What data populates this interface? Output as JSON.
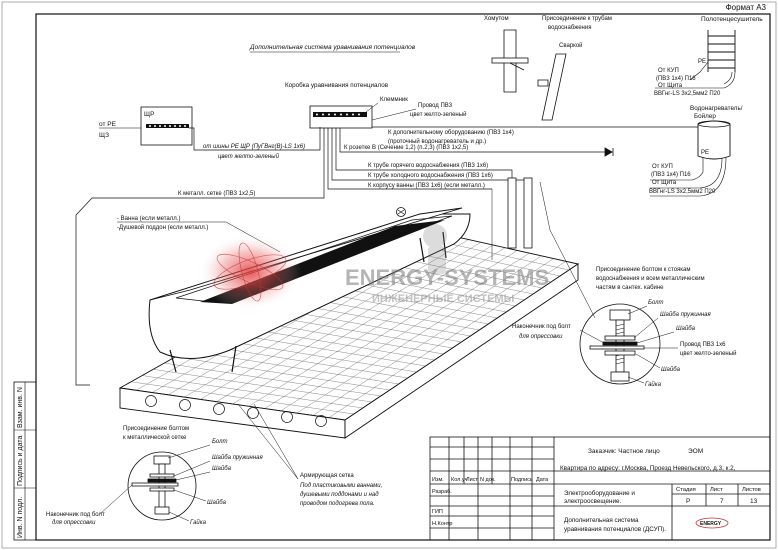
{
  "format_label": "Формат А3",
  "main_title": "Дополнительная система уравнивания потенциалов",
  "box_title": "Коробка уравнивания потенциалов",
  "terminal_label": "Клеммник",
  "wire_pv3_line1": "Провод ПВ3",
  "wire_pv3_line2": "цвет желто-зеленый",
  "pe_in_label": "от PE",
  "shch_label": "ЩЗ",
  "shr_label": "ЩР",
  "bus_pe_line1": "от шины PE ЩР (ПуГВнг(В)-LS 1х6)",
  "bus_pe_line2": "цвет желто-зеленый",
  "branch1_line1": "К дополнительному оборудованию (ПВ3 1х4)",
  "branch1_line2": "(проточный водонагреватель и др.)",
  "branch2": "К розетке В (Сечение 1,2) (п.2,3) (ПВ3 1х2,5)",
  "branch3": "К трубе горячего водоснабжения (ПВ3 1х6)",
  "branch4": "К трубе холодного водоснабжения (ПВ3 1х6)",
  "branch5": "К корпусу ванны (ПВ3 1х6) (если металл.)",
  "mesh_label": "К металл. сетке (ПВ3 1х2,5)",
  "bath_label_1": "- Ванна (если металл.)",
  "bath_label_2": "-Душевой поддон (если металл.)",
  "clamp_label": "Хомутом",
  "pipe_title_1": "Присоединение к трубам",
  "pipe_title_2": "водоснабжения",
  "weld_label": "Сваркой",
  "towel_title": "Полотенцесушитель",
  "pe_tag": "PE",
  "towel_ot_kup": "От КУП",
  "towel_pv3": "(ПВ3 1х4) П16",
  "towel_ot_shch": "От Щита",
  "towel_vvg": "ВВГнг-LS 3х2,5мм2 П20",
  "boiler_title_1": "Водонагреватель/",
  "boiler_title_2": "Бойлер",
  "boiler_ot_kup": "От КУП",
  "boiler_pv3": "(ПВ3 1х4) П16",
  "boiler_ot_shch": "От Щита",
  "boiler_vvg": "ВВГнг-LS 3х2,5мм2 П20",
  "watermark_1": "ENERGY-SYSTEMS",
  "watermark_2": "ИНЖЕНЕРНЫЕ СИСТЕМЫ",
  "rack_title_1": "Присоединение болтом к стоякам",
  "rack_title_2": "водоснабжения и всем металлическим",
  "rack_title_3": "частям в сантех. кабине",
  "bolt": "Болт",
  "spring_washer": "Шайба пружинная",
  "washer": "Шайба",
  "rack_wire_1": "Провод ПВ3 1х6",
  "rack_wire_2": "цвет желто-зеленый",
  "nut": "Гайка",
  "lug_1": "Наконечник под болт",
  "lug_2": "для опрессовки",
  "mesh_conn_1": "Присоединение болтом",
  "mesh_conn_2": "к металлической сетке",
  "rebar_1": "Армирующая сетка",
  "rebar_2": "Под пластиковыми ваннами,",
  "rebar_3": "душевыми поддонами и над",
  "rebar_4": "проводом подогрева пола.",
  "side_1": "Инв. N подл.",
  "side_2": "Подпись и дата",
  "side_3": "Взам. инв. N",
  "tb_customer": "Заказчик: Частное лицо",
  "tb_code": "ЭОМ",
  "tb_address": "Квартира по адресу: г.Москва, Проезд Невельского, д.3, к.2,",
  "tb_cols": [
    "Изм.",
    "Кол.уч",
    "Лист",
    "N док.",
    "Подпись",
    "Дата"
  ],
  "tb_roles": [
    "Разраб.",
    "ГИП",
    "Н.Контр"
  ],
  "tb_section_1": "Электрооборудование и",
  "tb_section_2": "электроосвещение.",
  "tb_stage_h": "Стадия",
  "tb_sheet_h": "Лист",
  "tb_sheets_h": "Листов",
  "tb_stage": "Р",
  "tb_sheet": "7",
  "tb_sheets": "13",
  "tb_drawing_1": "Дополнительная система",
  "tb_drawing_2": "уравнивания потенциалов (ДСУП).",
  "tb_logo": "ENERGY"
}
